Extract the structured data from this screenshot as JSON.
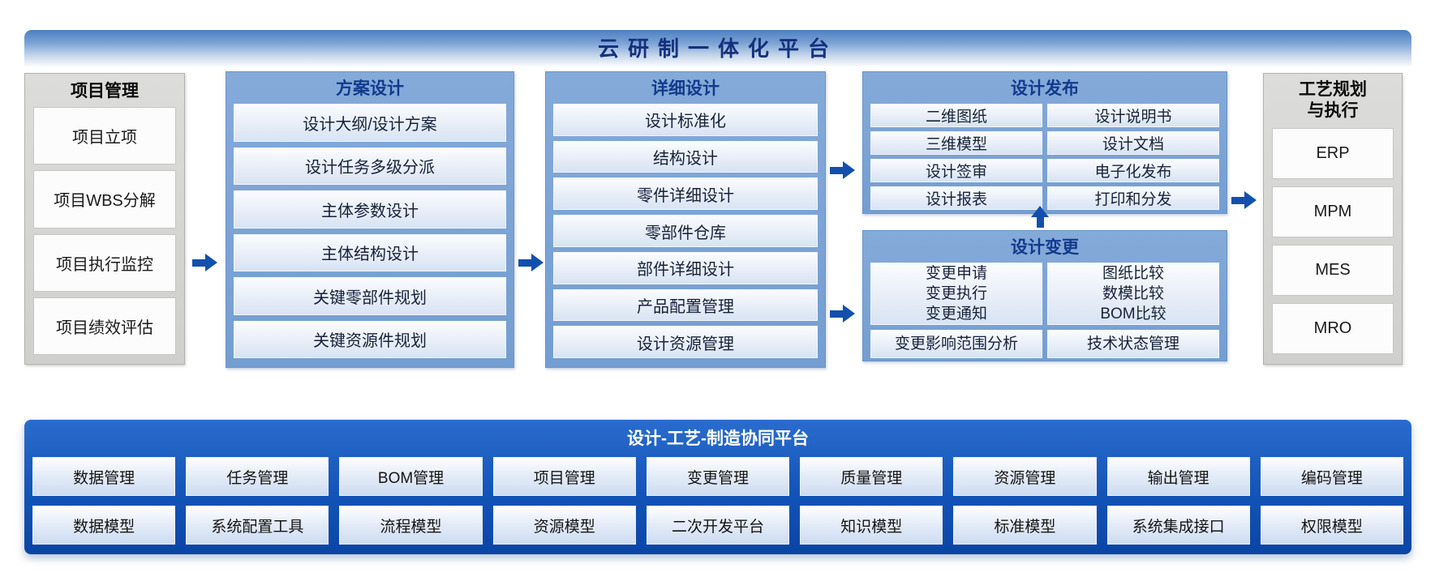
{
  "banner": {
    "title": "云研制一体化平台"
  },
  "panels": {
    "project": {
      "title": "项目管理",
      "items": [
        "项目立项",
        "项目WBS分解",
        "项目执行监控",
        "项目绩效评估"
      ]
    },
    "scheme": {
      "title": "方案设计",
      "items": [
        "设计大纲/设计方案",
        "设计任务多级分派",
        "主体参数设计",
        "主体结构设计",
        "关键零部件规划",
        "关键资源件规划"
      ]
    },
    "detail": {
      "title": "详细设计",
      "items": [
        "设计标准化",
        "结构设计",
        "零件详细设计",
        "零部件仓库",
        "部件详细设计",
        "产品配置管理",
        "设计资源管理"
      ]
    },
    "release": {
      "title": "设计发布",
      "left": [
        "二维图纸",
        "三维模型",
        "设计签审",
        "设计报表"
      ],
      "right": [
        "设计说明书",
        "设计文档",
        "电子化发布",
        "打印和分发"
      ]
    },
    "change": {
      "title": "设计变更",
      "left_lines": [
        "变更申请",
        "变更执行",
        "变更通知"
      ],
      "right_lines": [
        "图纸比较",
        "数模比较",
        "BOM比较"
      ],
      "bottom_left": "变更影响范围分析",
      "bottom_right": "技术状态管理"
    },
    "process": {
      "title_line1": "工艺规划",
      "title_line2": "与执行",
      "items": [
        "ERP",
        "MPM",
        "MES",
        "MRO"
      ]
    }
  },
  "platform": {
    "title": "设计-工艺-制造协同平台",
    "row1": [
      "数据管理",
      "任务管理",
      "BOM管理",
      "项目管理",
      "变更管理",
      "质量管理",
      "资源管理",
      "输出管理",
      "编码管理"
    ],
    "row2": [
      "数据模型",
      "系统配置工具",
      "流程模型",
      "资源模型",
      "二次开发平台",
      "知识模型",
      "标准模型",
      "系统集成接口",
      "权限模型"
    ]
  },
  "colors": {
    "arrow": "#1350ad",
    "header_text": "#123a8c",
    "banner_text": "#15317e",
    "panel_blue": "#7ba4d7",
    "panel_gray": "#d6d6d4",
    "platform_blue_top": "#2a6ccd",
    "platform_blue_bottom": "#0a45a5"
  }
}
